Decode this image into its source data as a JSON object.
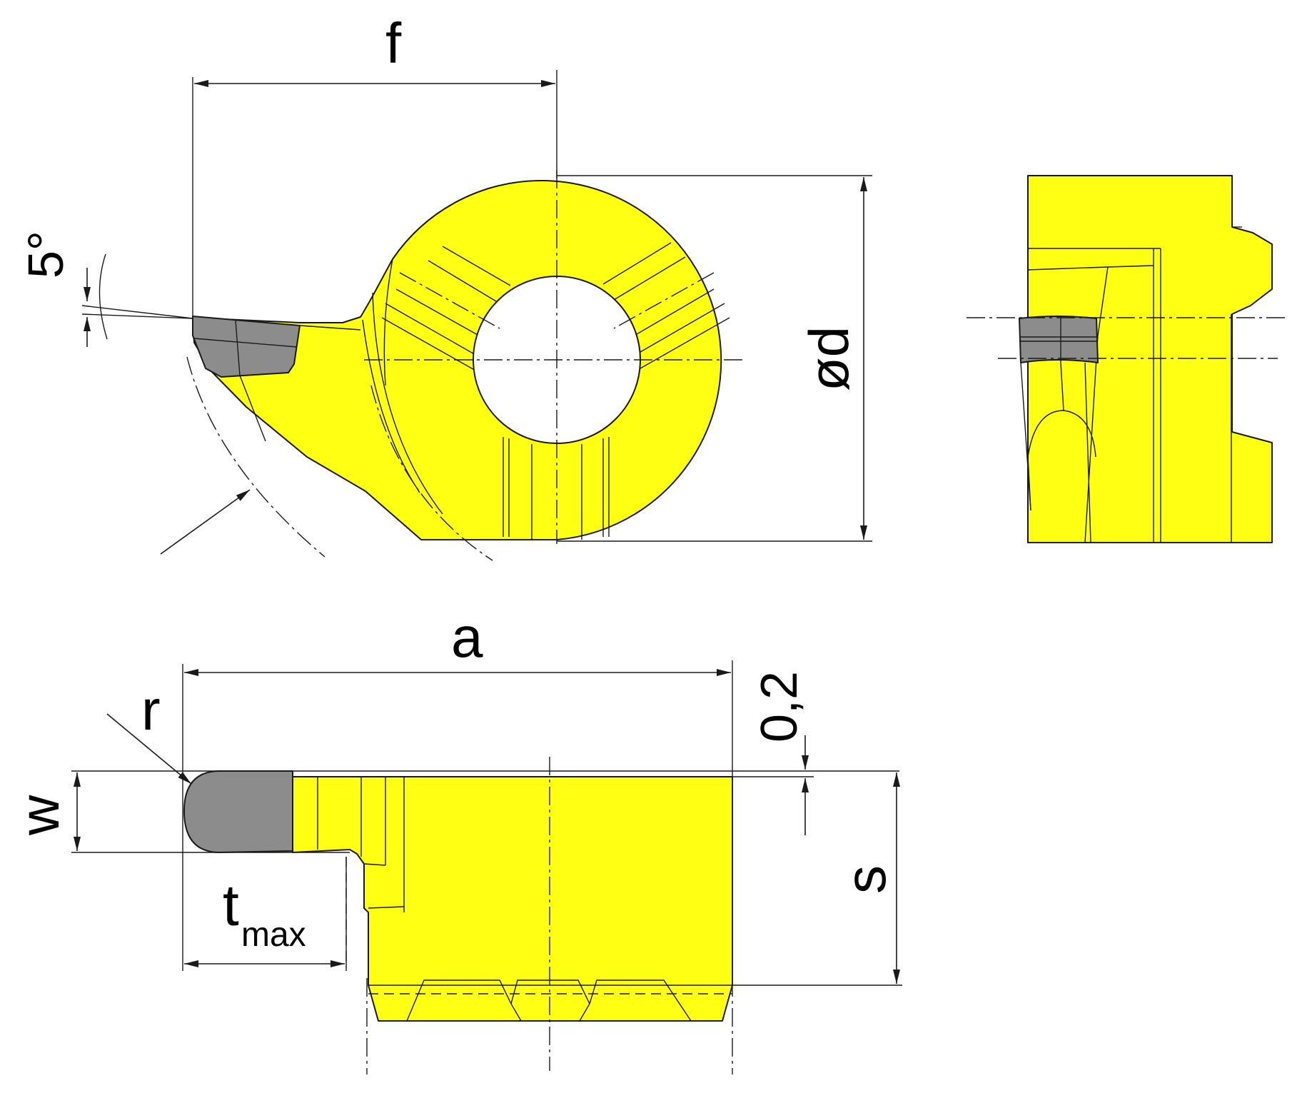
{
  "colors": {
    "body": "#ffff14",
    "carbide": "#8c8c8c",
    "line": "#1a1a1a",
    "background": "#ffffff"
  },
  "labels": {
    "f": "f",
    "angle": "5°",
    "diameter": "ød",
    "a": "a",
    "gap": "0,2",
    "r": "r",
    "w": "w",
    "s": "s",
    "t_main": "t",
    "t_sub": "max"
  }
}
